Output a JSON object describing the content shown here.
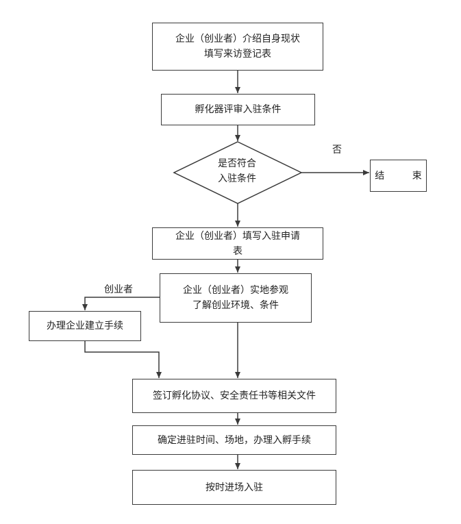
{
  "steps": {
    "introduce": "企业（创业者）介绍自身现状\n填写来访登记表",
    "review": "孵化器评审入驻条件",
    "decision": "是否符合\n入驻条件",
    "end": "结 束",
    "no_label": "否",
    "apply": "企业（创业者）填写入驻申请\n表",
    "visit": "企业（创业者）实地参观\n了解创业环境、条件",
    "entrepreneur_label": "创业者",
    "setup": "办理企业建立手续",
    "sign": "签订孵化协议、安全责任书等相关文件",
    "confirm": "确定进驻时间、场地，办理入孵手续",
    "enter": "按时进场入驻"
  },
  "colors": {
    "line": "#3a3a3a",
    "text": "#222222"
  }
}
